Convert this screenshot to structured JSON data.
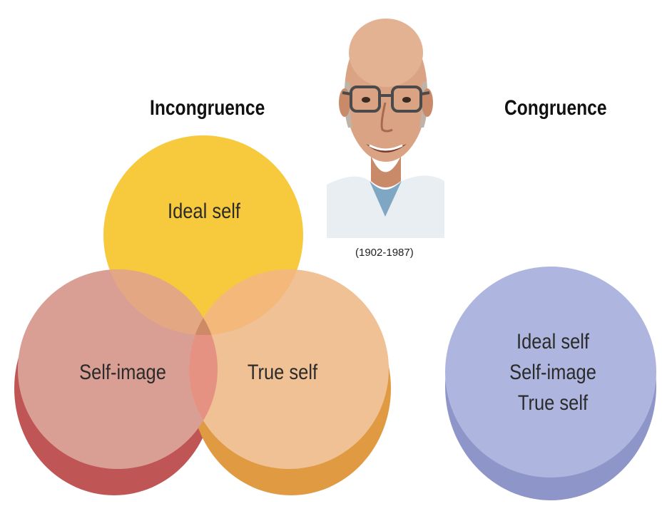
{
  "left": {
    "heading": "Incongruence",
    "circles": {
      "ideal": "Ideal self",
      "image": "Self-image",
      "true": "True self"
    }
  },
  "right": {
    "heading": "Congruence",
    "lines": [
      "Ideal self",
      "Self-image",
      "True self"
    ]
  },
  "portrait": {
    "caption": "(1902-1987)"
  },
  "colors": {
    "ideal": "#F7C93C",
    "image": "#D99F95",
    "true": "#EFC195",
    "congruence": "#AEB5DE"
  }
}
